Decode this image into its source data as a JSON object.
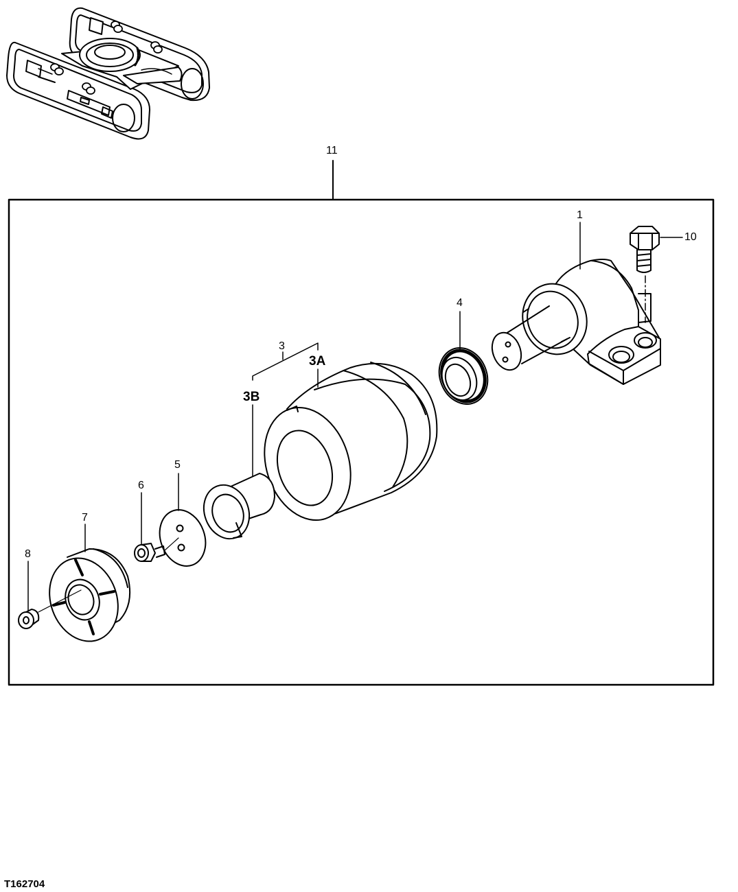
{
  "figure_id": "T162704",
  "callouts": {
    "c1": "1",
    "c3": "3",
    "c3a": "3A",
    "c3b": "3B",
    "c4": "4",
    "c5": "5",
    "c6": "6",
    "c7": "7",
    "c8": "8",
    "c10": "10",
    "c11": "11"
  }
}
